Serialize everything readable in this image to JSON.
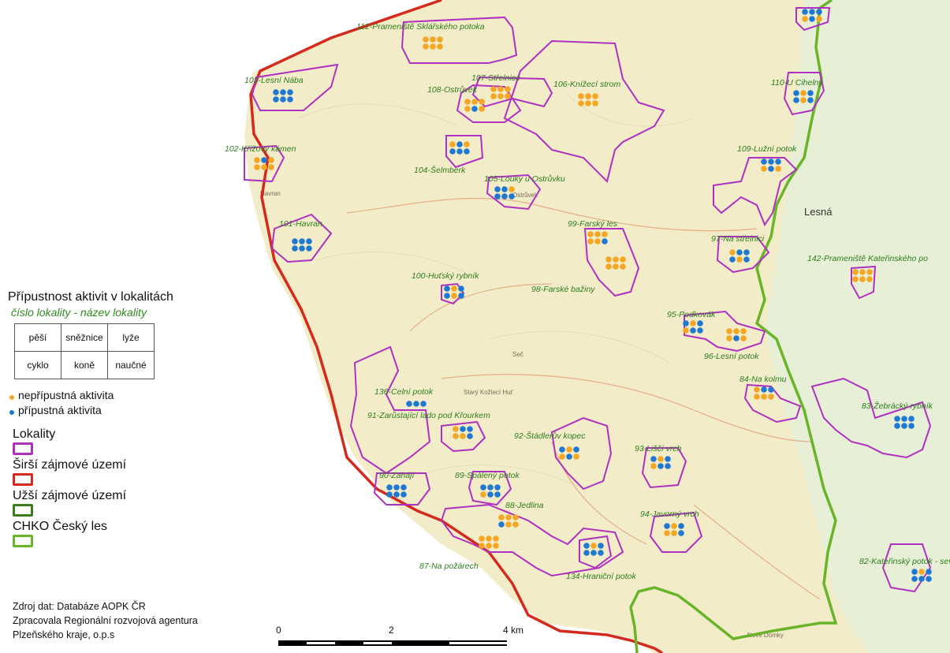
{
  "legend": {
    "title": "Přípustnost aktivit v lokalitách",
    "subtitle": "číslo lokality - název lokality",
    "activity_grid": [
      [
        "pěší",
        "sněžnice",
        "lyže"
      ],
      [
        "cyklo",
        "koně",
        "naučné"
      ]
    ],
    "dot_not_allowed": "nepřípustná aktivita",
    "dot_allowed": "přípustná aktivita",
    "sym_lokality": "Lokality",
    "sym_sirsi": "Širší zájmové území",
    "sym_uzsi": "Užší zájmové území",
    "sym_chko": "CHKO Český les"
  },
  "source": {
    "line1": "Zdroj dat: Databáze AOPK ČR",
    "line2": "Zpracovala Regionální rozvojová agentura",
    "line3": "Plzeňského kraje, o.p.s"
  },
  "scale": {
    "t0": "0",
    "t2": "2",
    "t4": "4 km"
  },
  "colors": {
    "not_allowed": "#f5a623",
    "allowed": "#1f78d1",
    "lokality": "#b030c0",
    "sirsi": "#d42a1e",
    "uzsi": "#3a7d1a",
    "chko": "#6ab42a",
    "terrain": "#f2ecc8"
  },
  "places": {
    "lesna": "Lesná",
    "stary_kramolin": "Starý Kožlecí Huť",
    "nove_domky": "Nové Domky",
    "sec": "Seč",
    "havran": "Havran",
    "ostruvek": "Ostrůvek"
  },
  "localities": [
    {
      "label": "112-Prameniště Sklářského potoka"
    },
    {
      "label": "103-Lesní Nába"
    },
    {
      "label": "107-Střelnice"
    },
    {
      "label": "108-Ostrůvek"
    },
    {
      "label": "106-Knížecí strom"
    },
    {
      "label": "110-U Cihelny"
    },
    {
      "label": "102-Křížový kámen"
    },
    {
      "label": "104-Šelmberk"
    },
    {
      "label": "105-Louky u Ostrůvku"
    },
    {
      "label": "109-Lužní potok"
    },
    {
      "label": "101-Havran"
    },
    {
      "label": "99-Farský les"
    },
    {
      "label": "97-Na střelnici"
    },
    {
      "label": "142-Prameniště Kateřinského po"
    },
    {
      "label": "100-Huťský rybník"
    },
    {
      "label": "98-Farské bažiny"
    },
    {
      "label": "95-Podkovák"
    },
    {
      "label": "96-Lesní potok"
    },
    {
      "label": "84-Na kolmu"
    },
    {
      "label": "136-Celní potok"
    },
    {
      "label": "91-Zarůstající lado pod Křourkem"
    },
    {
      "label": "83-Žebrácký rybník"
    },
    {
      "label": "92-Štádlerův kopec"
    },
    {
      "label": "93-Liščí vrch"
    },
    {
      "label": "90-Zahájí"
    },
    {
      "label": "89-Spálený potok"
    },
    {
      "label": "88-Jedlina"
    },
    {
      "label": "94-Javorný vrch"
    },
    {
      "label": "87-Na požárech"
    },
    {
      "label": "134-Hraniční potok"
    },
    {
      "label": "82-Kateřinský potok - sev"
    }
  ]
}
